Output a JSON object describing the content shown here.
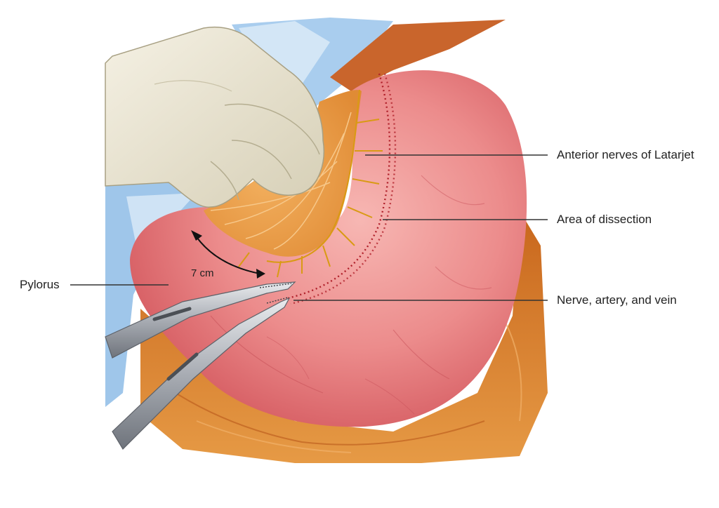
{
  "labels": {
    "latarjet": "Anterior nerves of Latarjet",
    "dissection": "Area of dissection",
    "nav": "Nerve, artery, and vein",
    "pylorus": "Pylorus",
    "distance": "7 cm"
  },
  "colors": {
    "stomach": "#e77a7e",
    "stomach_light": "#f4a8a8",
    "omentum": "#e59a45",
    "fat": "#d67a2a",
    "glove": "#ece6d2",
    "drape": "#9ec7ea",
    "nerve": "#d99a14",
    "dots": "#b0202a",
    "instrument": "#b9bcc2"
  }
}
